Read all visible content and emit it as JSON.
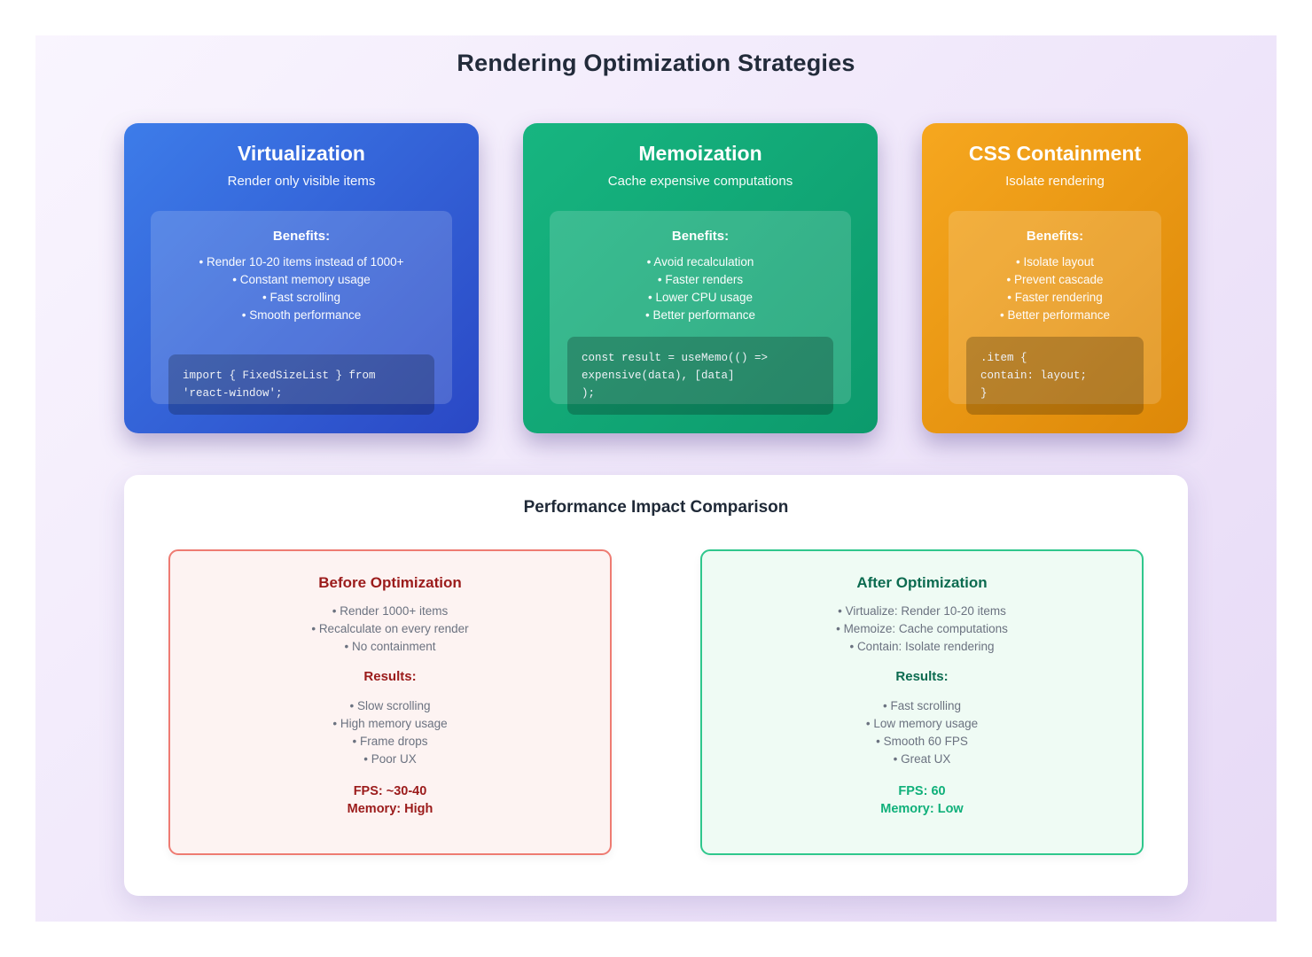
{
  "page": {
    "title": "Rendering Optimization Strategies"
  },
  "strategy_cards": [
    {
      "title": "Virtualization",
      "subtitle": "Render only visible items",
      "benefits_label": "Benefits:",
      "benefits": [
        "Render 10-20 items instead of 1000+",
        "Constant memory usage",
        "Fast scrolling",
        "Smooth performance"
      ],
      "code": "import { FixedSizeList } from\n'react-window';",
      "gradient_start": "#3d7ce9",
      "gradient_end": "#2a48c5"
    },
    {
      "title": "Memoization",
      "subtitle": "Cache expensive computations",
      "benefits_label": "Benefits:",
      "benefits": [
        "Avoid recalculation",
        "Faster renders",
        "Lower CPU usage",
        "Better performance"
      ],
      "code": "const result = useMemo(() =>\nexpensive(data), [data]\n);",
      "gradient_start": "#17b580",
      "gradient_end": "#0c9a6c"
    },
    {
      "title": "CSS Containment",
      "subtitle": "Isolate rendering",
      "benefits_label": "Benefits:",
      "benefits": [
        "Isolate layout",
        "Prevent cascade",
        "Faster rendering",
        "Better performance"
      ],
      "code": ".item {\ncontain: layout;\n}",
      "gradient_start": "#f6a71f",
      "gradient_end": "#dd8808"
    }
  ],
  "comparison": {
    "title": "Performance Impact Comparison",
    "before": {
      "title": "Before Optimization",
      "points": [
        "Render 1000+ items",
        "Recalculate on every render",
        "No containment"
      ],
      "results_label": "Results:",
      "results": [
        "Slow scrolling",
        "High memory usage",
        "Frame drops",
        "Poor UX"
      ],
      "fps": "FPS: ~30-40",
      "memory": "Memory: High",
      "accent_color": "#9b1b1b",
      "border_color": "#ee7b72",
      "background_color": "#fdf3f2"
    },
    "after": {
      "title": "After Optimization",
      "points": [
        "Virtualize: Render 10-20 items",
        "Memoize: Cache computations",
        "Contain: Isolate rendering"
      ],
      "results_label": "Results:",
      "results": [
        "Fast scrolling",
        "Low memory usage",
        "Smooth 60 FPS",
        "Great UX"
      ],
      "fps": "FPS: 60",
      "memory": "Memory: Low",
      "heading_color": "#0c6b50",
      "value_color": "#10b07a",
      "border_color": "#2fc78c",
      "background_color": "#effbf4"
    }
  }
}
